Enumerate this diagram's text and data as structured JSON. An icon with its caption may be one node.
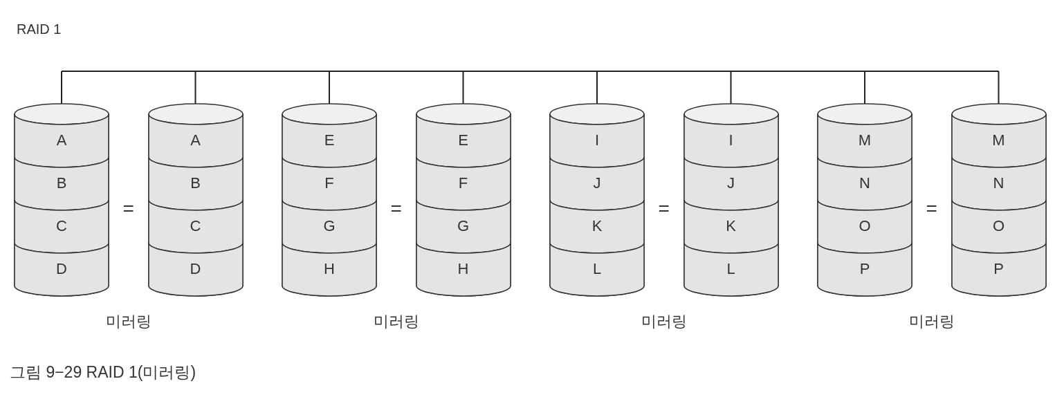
{
  "diagram": {
    "title": "RAID 1",
    "caption": "그림 9−29 RAID 1(미러링)",
    "nodes": [
      {
        "text": [],
        "shape": "bar"
      },
      {
        "text": [],
        "shape": "cylinder"
      },
      {
        "text": [
          "A"
        ],
        "in": 1
      },
      {
        "text": [
          "B"
        ],
        "in": 1
      },
      {
        "text": [
          "C"
        ],
        "in": 1
      },
      {
        "text": [
          "D"
        ],
        "in": 1
      },
      {
        "text": [],
        "shape": "cylinder"
      },
      {
        "text": [
          "A"
        ],
        "in": 6
      },
      {
        "text": [
          "B"
        ],
        "in": 6
      },
      {
        "text": [
          "C"
        ],
        "in": 6
      },
      {
        "text": [
          "D"
        ],
        "in": 6
      },
      {
        "text": [],
        "shape": "cylinder"
      },
      {
        "text": [
          "E"
        ],
        "in": 11
      },
      {
        "text": [
          "F"
        ],
        "in": 11
      },
      {
        "text": [
          "G"
        ],
        "in": 11
      },
      {
        "text": [
          "H"
        ],
        "in": 11
      },
      {
        "text": [],
        "shape": "cylinder"
      },
      {
        "text": [
          "E"
        ],
        "in": 16
      },
      {
        "text": [
          "F"
        ],
        "in": 16
      },
      {
        "text": [
          "G"
        ],
        "in": 16
      },
      {
        "text": [
          "H"
        ],
        "in": 16
      },
      {
        "text": [],
        "shape": "cylinder"
      },
      {
        "text": [
          "I"
        ],
        "in": 21
      },
      {
        "text": [
          "J"
        ],
        "in": 21
      },
      {
        "text": [
          "K"
        ],
        "in": 21
      },
      {
        "text": [
          "L"
        ],
        "in": 21
      },
      {
        "text": [],
        "shape": "cylinder"
      },
      {
        "text": [
          "I"
        ],
        "in": 26
      },
      {
        "text": [
          "J"
        ],
        "in": 26
      },
      {
        "text": [
          "K"
        ],
        "in": 26
      },
      {
        "text": [
          "L"
        ],
        "in": 26
      },
      {
        "text": [],
        "shape": "cylinder"
      },
      {
        "text": [
          "M"
        ],
        "in": 31
      },
      {
        "text": [
          "N"
        ],
        "in": 31
      },
      {
        "text": [
          "O"
        ],
        "in": 31
      },
      {
        "text": [
          "P"
        ],
        "in": 31
      },
      {
        "text": [],
        "shape": "cylinder"
      },
      {
        "text": [
          "M"
        ],
        "in": 36
      },
      {
        "text": [
          "N"
        ],
        "in": 36
      },
      {
        "text": [
          "O"
        ],
        "in": 36
      },
      {
        "text": [
          "P"
        ],
        "in": 36
      }
    ],
    "edges": [
      {
        "from": 0,
        "to": 1,
        "arrow": "none"
      },
      {
        "from": 0,
        "to": 6,
        "arrow": "none"
      },
      {
        "from": 0,
        "to": 11,
        "arrow": "none"
      },
      {
        "from": 0,
        "to": 16,
        "arrow": "none"
      },
      {
        "from": 0,
        "to": 21,
        "arrow": "none"
      },
      {
        "from": 0,
        "to": 26,
        "arrow": "none"
      },
      {
        "from": 0,
        "to": 31,
        "arrow": "none"
      },
      {
        "from": 0,
        "to": 36,
        "arrow": "none"
      }
    ],
    "labels": [
      "=",
      "=",
      "=",
      "=",
      "미러링",
      "미러링",
      "미러링",
      "미러링"
    ]
  }
}
